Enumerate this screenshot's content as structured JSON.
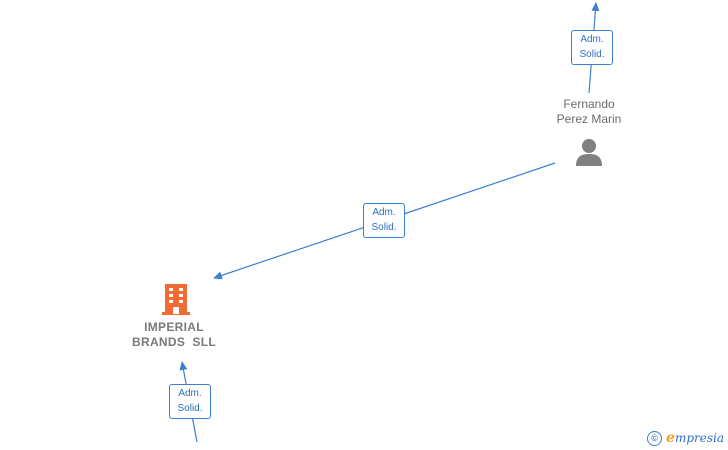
{
  "nodes": {
    "person": {
      "line1": "Fernando",
      "line2": "Perez Marin",
      "icon": "person-icon"
    },
    "company": {
      "line1": "IMPERIAL",
      "line2": "BRANDS  SLL",
      "icon": "building-icon"
    }
  },
  "edges": [
    {
      "line1": "Adm.",
      "line2": "Solid."
    },
    {
      "line1": "Adm.",
      "line2": "Solid."
    },
    {
      "line1": "Adm.",
      "line2": "Solid."
    }
  ],
  "watermark": {
    "symbol": "©",
    "brand_initial": "e",
    "brand_rest": "mpresia"
  },
  "colors": {
    "edge": "#3d7fd1",
    "person": "#808080",
    "company": "#f26b35"
  }
}
